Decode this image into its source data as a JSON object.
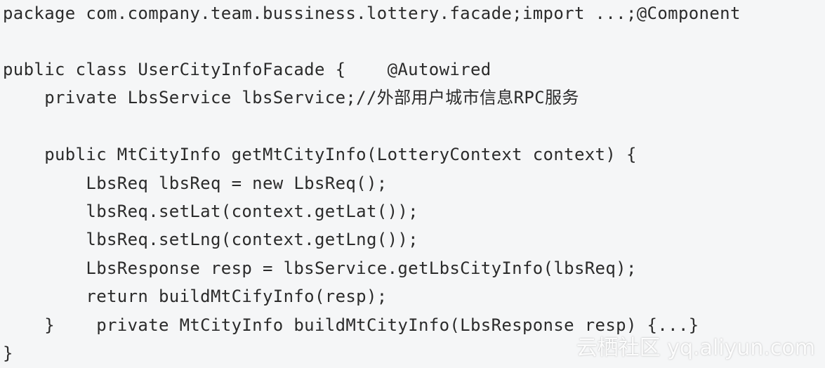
{
  "code": {
    "lines": [
      "package com.company.team.bussiness.lottery.facade;import ...;@Component",
      "",
      "public class UserCityInfoFacade {    @Autowired",
      "    private LbsService lbsService;//外部用户城市信息RPC服务",
      "",
      "    public MtCityInfo getMtCityInfo(LotteryContext context) {",
      "        LbsReq lbsReq = new LbsReq();",
      "        lbsReq.setLat(context.getLat());",
      "        lbsReq.setLng(context.getLng());",
      "        LbsResponse resp = lbsService.getLbsCityInfo(lbsReq);",
      "        return buildMtCifyInfo(resp);",
      "    }    private MtCityInfo buildMtCityInfo(LbsResponse resp) {...}",
      "}"
    ]
  },
  "watermark": {
    "text": "云栖社区 yq.aliyun.com"
  }
}
